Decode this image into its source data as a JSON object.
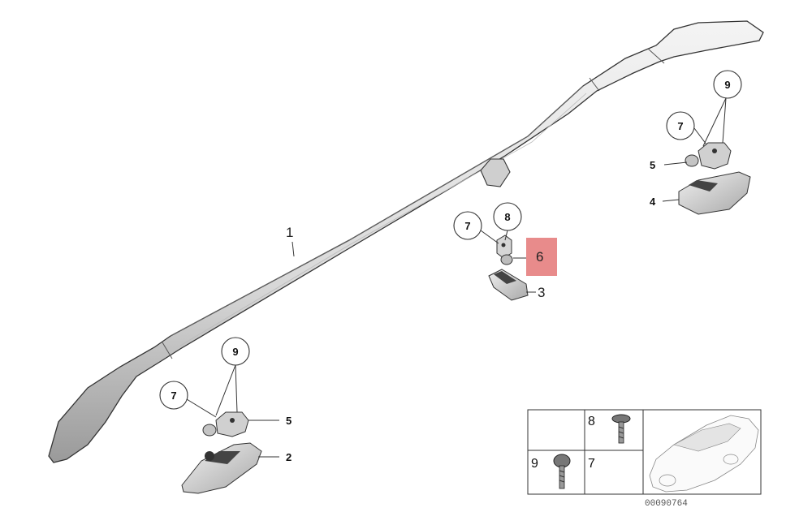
{
  "diagram": {
    "highlight_color": "#e88b8b",
    "callouts": {
      "rail": "1",
      "front_pad": "2",
      "middle_pad": "3",
      "rear_pad": "4",
      "front_clip": "5",
      "rear_clip": "5",
      "middle_highlighted": "6",
      "middle_circle_7": "7",
      "middle_circle_8": "8",
      "front_circle_7": "7",
      "front_circle_9": "9",
      "rear_circle_7": "7",
      "rear_circle_9": "9"
    },
    "legend": {
      "label_8": "8",
      "label_9": "9",
      "label_7": "7"
    },
    "reference_number": "00090764"
  }
}
